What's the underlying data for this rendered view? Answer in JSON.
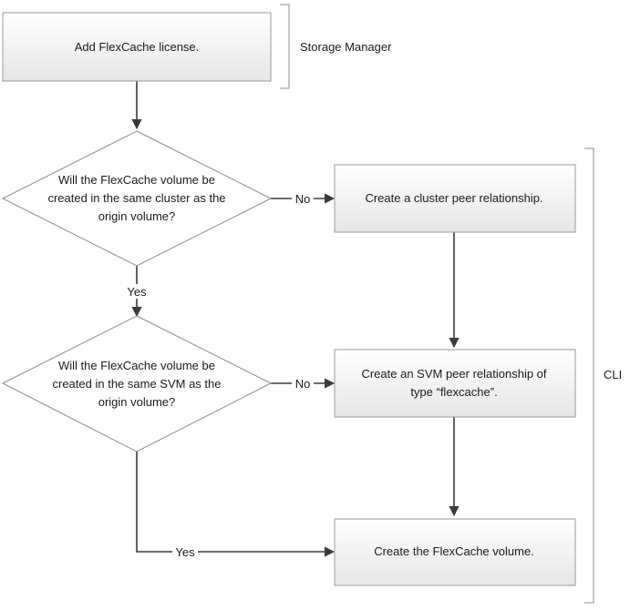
{
  "flowchart": {
    "steps": {
      "add_license": "Add FlexCache license.",
      "cluster_peer": "Create a cluster peer relationship.",
      "svm_peer": [
        "Create an SVM peer relationship of",
        "type “flexcache”."
      ],
      "create_volume": "Create the FlexCache volume."
    },
    "decisions": {
      "same_cluster": [
        "Will the FlexCache volume be",
        "created in the same cluster as the",
        "origin volume?"
      ],
      "same_svm": [
        "Will the FlexCache volume be",
        "created in the same SVM as the",
        "origin volume?"
      ]
    },
    "edge_labels": {
      "cluster_no": "No",
      "cluster_yes": "Yes",
      "svm_no": "No",
      "svm_yes": "Yes"
    },
    "groups": {
      "storage_manager": "Storage Manager",
      "cli": "CLI"
    }
  }
}
